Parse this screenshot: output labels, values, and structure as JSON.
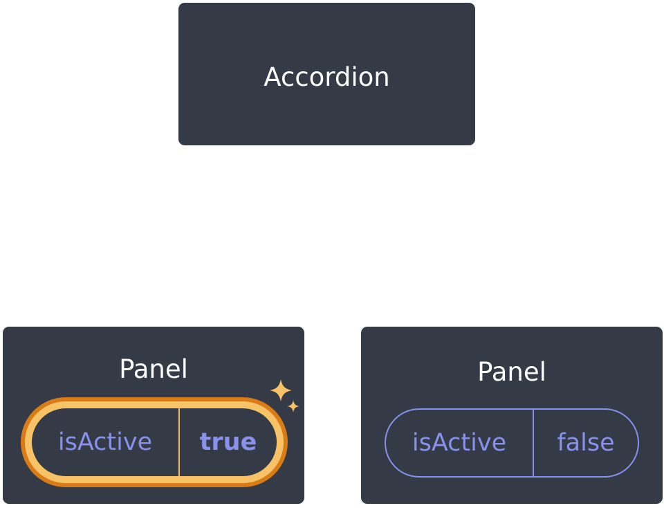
{
  "root": {
    "title": "Accordion"
  },
  "panels": [
    {
      "title": "Panel",
      "state_key": "isActive",
      "state_value": "true",
      "highlighted": true
    },
    {
      "title": "Panel",
      "state_key": "isActive",
      "state_value": "false",
      "highlighted": false
    }
  ],
  "colors": {
    "node_background": "#343a46",
    "node_text": "#ffffff",
    "state_text": "#8891ec",
    "highlight_outer": "#d97b17",
    "highlight_inner": "#f8c267",
    "sparkle": "#f8c267"
  },
  "icons": {
    "sparkle": "sparkle-icon"
  }
}
